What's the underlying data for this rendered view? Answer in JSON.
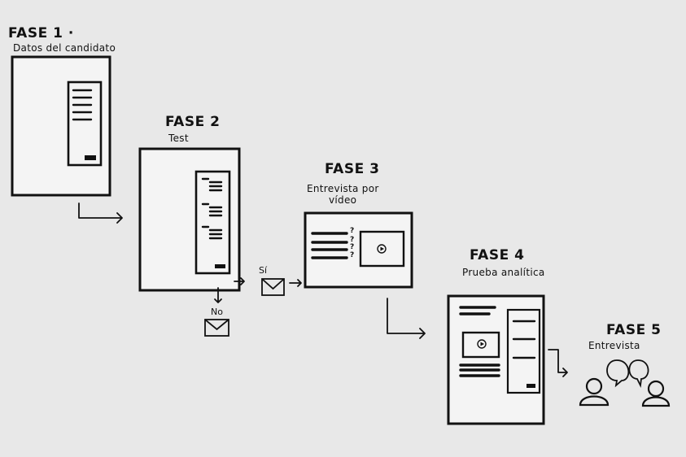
{
  "phases": [
    {
      "title": "FASE 1 ·",
      "subtitle": "Datos del candidato"
    },
    {
      "title": "FASE 2",
      "subtitle": "Test"
    },
    {
      "title": "FASE 3",
      "subtitle_line1": "Entrevista por",
      "subtitle_line2": "vídeo"
    },
    {
      "title": "FASE 4",
      "subtitle": "Prueba analítica"
    },
    {
      "title": "FASE 5",
      "subtitle": "Entrevista"
    }
  ],
  "decisions": {
    "yes": "Sí",
    "no": "No"
  },
  "icons": {
    "email": "envelope-icon",
    "video": "play-button-icon",
    "people": "two-people-talking-icon",
    "question": "?"
  },
  "colors": {
    "ink": "#111111",
    "paper": "#e8e8e8",
    "sheet": "#f4f4f4"
  }
}
